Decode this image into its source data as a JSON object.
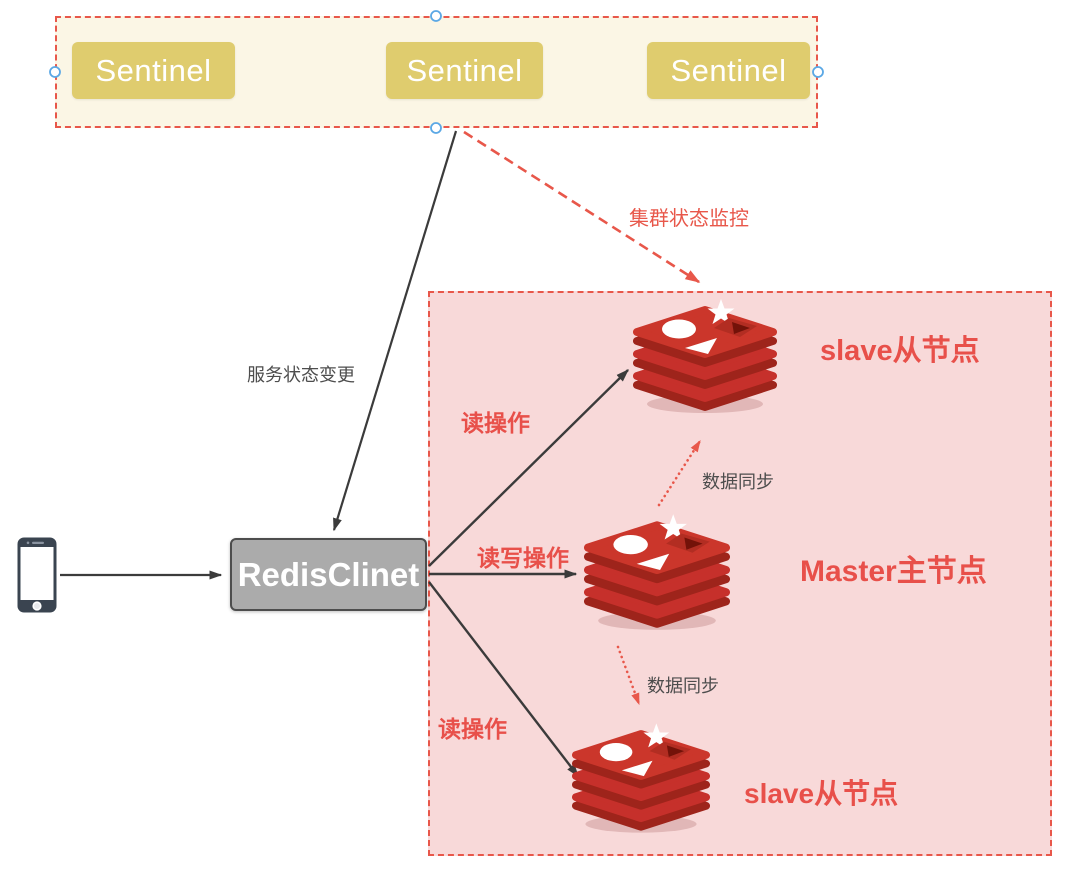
{
  "colors": {
    "accent_red": "#E8574A",
    "panel_pink": "#F8D9D9",
    "panel_cream": "#FBF6E5",
    "sentinel_yellow": "#DFCC6E",
    "client_gray": "#ABABAB",
    "redis_red": "#C6302B",
    "arrow_black": "#3B3B3B",
    "label_gray": "#4D4D4D",
    "label_red": "#E8504A",
    "handle_blue": "#5BA8E5"
  },
  "sentinel_panel": {
    "nodes": [
      {
        "label": "Sentinel"
      },
      {
        "label": "Sentinel"
      },
      {
        "label": "Sentinel"
      }
    ]
  },
  "client": {
    "label": "RedisClinet"
  },
  "cluster_panel": {
    "nodes": [
      {
        "id": "slave-top",
        "label": "slave从节点"
      },
      {
        "id": "master",
        "label": "Master主节点"
      },
      {
        "id": "slave-bottom",
        "label": "slave从节点"
      }
    ]
  },
  "edges": {
    "service_status": "服务状态变更",
    "cluster_monitor": "集群状态监控",
    "read_top": "读操作",
    "read_write": "读写操作",
    "read_bottom": "读操作",
    "sync_top": "数据同步",
    "sync_bottom": "数据同步"
  }
}
